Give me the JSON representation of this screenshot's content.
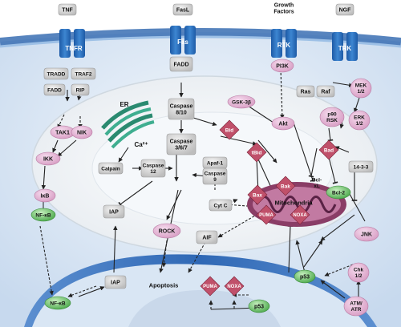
{
  "colors": {
    "membrane": "#3a6fb3",
    "cytoplasm": "#dbe7f5",
    "nucleus": "#2f68b5",
    "pink_node": "#e8b6d6",
    "gray_node": "#d9d9d9",
    "green_node": "#5cb85c",
    "diamond": "#c0506a",
    "mito": "#a93565"
  },
  "receptors": {
    "tnf": "TNF",
    "tnfr": "TNFR",
    "fasl": "FasL",
    "fas": "Fas",
    "growth_factors": "Growth\nFactors",
    "rtk": "RTK",
    "ngf": "NGF",
    "trk": "TRK"
  },
  "nodes": {
    "tradd": "TRADD",
    "traf2": "TRAF2",
    "fadd1": "FADD",
    "rip": "RIP",
    "fadd2": "FADD",
    "pi3k": "PI3K",
    "ras": "Ras",
    "raf": "Raf",
    "mek": "MEK\n1/2",
    "erk": "ERK\n1/2",
    "tak1": "TAK1",
    "nik": "NIK",
    "ikk": "IKK",
    "ikb": "IκB",
    "nfkb": "NF-κB",
    "nfkb_nuc": "NF-κB",
    "er": "ER",
    "ca": "Ca²⁺",
    "calpain": "Calpain",
    "caspase12": "Caspase\n12",
    "caspase810": "Caspase\n8/10",
    "caspase367": "Caspase\n3/6/7",
    "apaf1": "Apaf-1",
    "caspase9": "Caspase\n9",
    "gsk3b": "GSK-3β",
    "akt": "Akt",
    "p90rsk": "p90\nRSK",
    "bid": "Bid",
    "tbid": "tBid",
    "bad": "Bad",
    "p1433": "14-3-3",
    "bax": "Bax",
    "bak": "Bak",
    "bclxl": "Bcl-\nxL",
    "bcl2": "Bcl-2",
    "puma": "PUMA",
    "noxa": "NOXA",
    "mitochondria": "Mitochondria",
    "cytc": "Cyt C",
    "iap1": "IAP",
    "iap2": "IAP",
    "rock": "ROCK",
    "aif": "AIF",
    "apoptosis": "Apoptosis",
    "jnk": "JNK",
    "p53a": "p53",
    "p53b": "p53",
    "puma2": "PUMA",
    "noxa2": "NOXA",
    "chk": "Chk\n1/2",
    "atm": "ATM/\nATR"
  }
}
